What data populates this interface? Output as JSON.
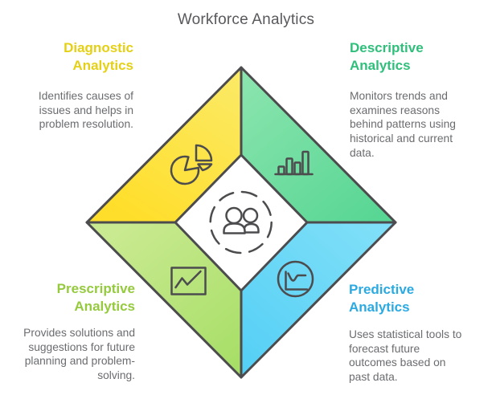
{
  "title": "Workforce Analytics",
  "colors": {
    "background": "#FFFFFF",
    "outline_ink": "#4C4C4E",
    "title_text": "#59595D",
    "body_text": "#6B6C6F",
    "diagnostic_accent": "#E4D016",
    "descriptive_accent": "#2FBF7B",
    "prescriptive_accent": "#95CA3E",
    "predictive_accent": "#2BAAE2",
    "yellow_face_light": "#FBEA67",
    "yellow_face_deep": "#FFDE2B",
    "green_face_light": "#8CE5AE",
    "green_face_deep": "#58D694",
    "lime_face_light": "#CAEA91",
    "lime_face_deep": "#A6DE66",
    "blue_face_light": "#7FDFF8",
    "blue_face_deep": "#54CFF5"
  },
  "center": {
    "icon": "people-icon",
    "ring": "dashed-circle"
  },
  "quadrants": [
    {
      "id": "diagnostic",
      "heading_lines": [
        "Diagnostic",
        "Analytics"
      ],
      "description_lines": [
        "Identifies causes of",
        "issues and helps in",
        "problem resolution."
      ],
      "icon": "pie-chart-icon",
      "accent": "#E4D016",
      "position": "top-left"
    },
    {
      "id": "descriptive",
      "heading_lines": [
        "Descriptive",
        "Analytics"
      ],
      "description_lines": [
        "Monitors trends and",
        "examines reasons",
        "behind patterns using",
        "historical and current",
        "data."
      ],
      "icon": "bar-chart-icon",
      "accent": "#2FBF7B",
      "position": "top-right"
    },
    {
      "id": "prescriptive",
      "heading_lines": [
        "Prescriptive",
        "Analytics"
      ],
      "description_lines": [
        "Provides solutions and",
        "suggestions for future",
        "planning and problem-",
        "solving."
      ],
      "icon": "line-chart-box-icon",
      "accent": "#95CA3E",
      "position": "bottom-left"
    },
    {
      "id": "predictive",
      "heading_lines": [
        "Predictive",
        "Analytics"
      ],
      "description_lines": [
        "Uses statistical tools to",
        "forecast future",
        "outcomes based on",
        "past data."
      ],
      "icon": "line-chart-circle-icon",
      "accent": "#2BAAE2",
      "position": "bottom-right"
    }
  ]
}
